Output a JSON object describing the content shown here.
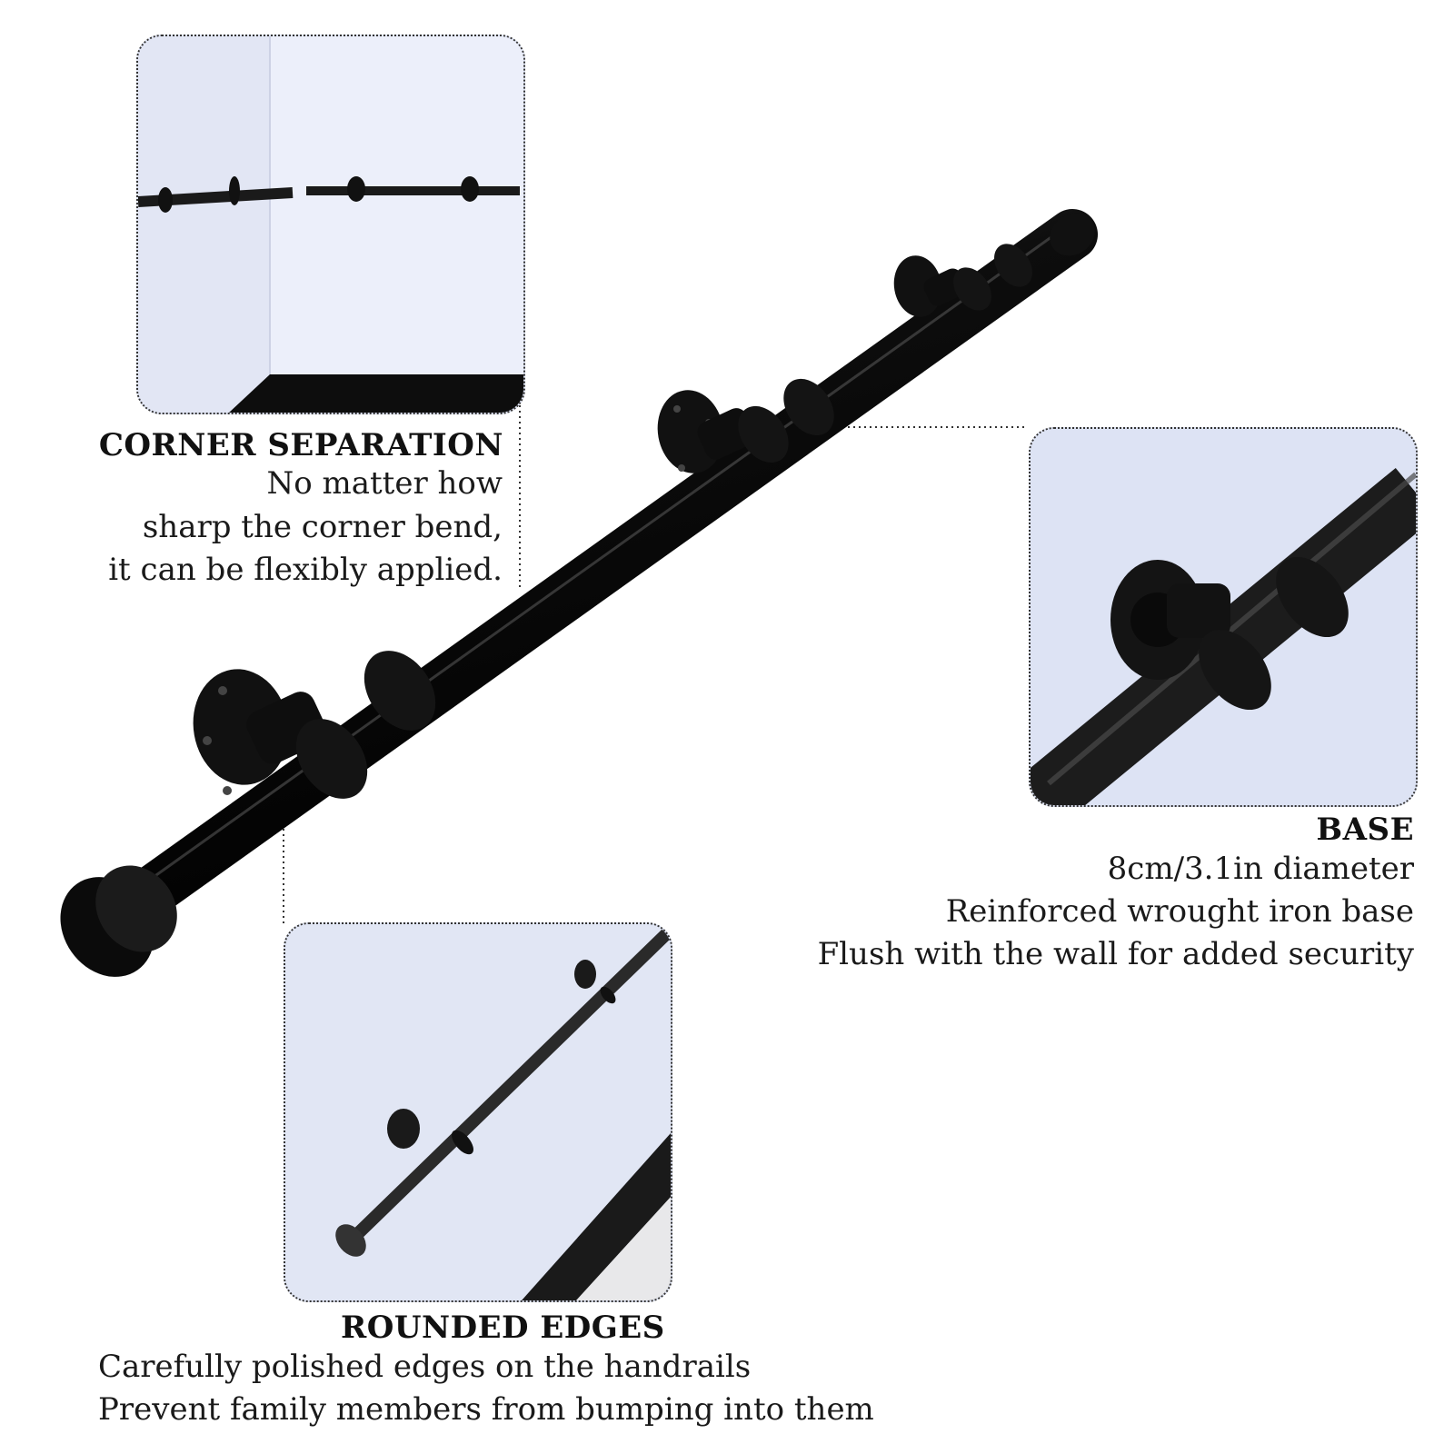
{
  "callouts": {
    "corner_separation": {
      "title": "CORNER SEPARATION",
      "lines": [
        "No matter how",
        "sharp the corner bend,",
        "it can be flexibly applied."
      ]
    },
    "base": {
      "title": "BASE",
      "lines": [
        "8cm/3.1in diameter",
        "Reinforced wrought iron base",
        "Flush with the wall for added security"
      ]
    },
    "rounded_edges": {
      "title": "ROUNDED EDGES",
      "lines": [
        "Carefully polished edges on the handrails",
        "Prevent family members from bumping into them"
      ]
    }
  },
  "colors": {
    "rail": "#0d0d0d",
    "wall": "#dfe4f4",
    "leader": "#333333"
  }
}
